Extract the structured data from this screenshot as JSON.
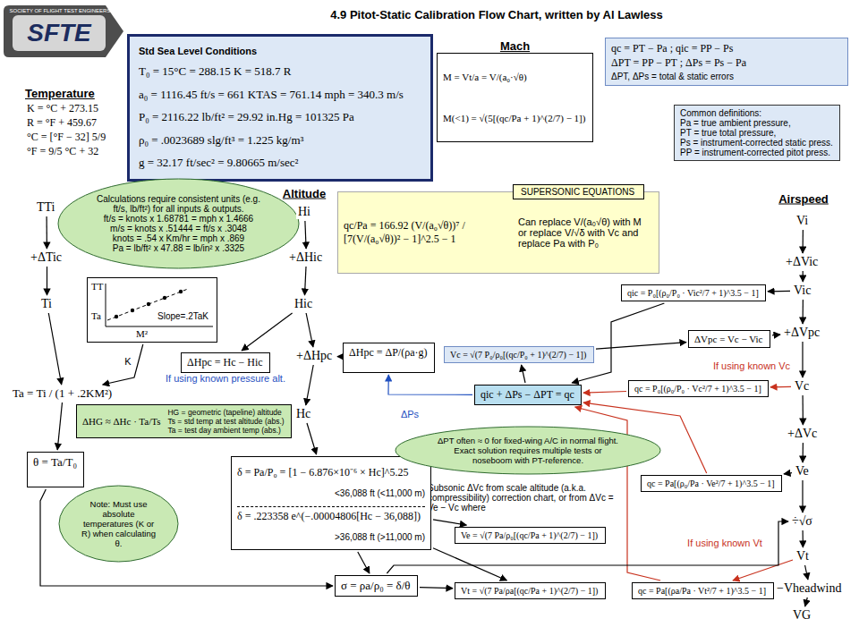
{
  "diagram": {
    "title": "4.9 Pitot-Static Calibration Flow Chart, written by Al Lawless",
    "nodes": [
      {
        "text": [
          "Std Sea Level Conditions",
          "T₀ = 15°C = 288.15 K = 518.7 R",
          "a₀ = 1116.45 ft/s = 661 KTAS = 761.14 mph = 340.3 m/s",
          "P₀ = 2116.22 lb/ft² = 29.92 in.Hg = 101325 Pa",
          "ρ₀ = .0023689 slg/ft³ = 1.225 kg/m³",
          "g = 32.17 ft/sec² = 9.80665 m/sec²"
        ]
      },
      {
        "text": [
          "Mach",
          "M = Vt/a = V/(a₀·√θ)",
          "M(<1) = √(5[(qc/Pa + 1)^(2/7) − 1])"
        ]
      },
      {
        "text": [
          "qc = PT − Pa ; qic = PP − Ps",
          "ΔPT = PP − PT ; ΔPs = Ps − Pa",
          "ΔPT, ΔPs = total & static errors"
        ]
      },
      {
        "text": [
          "Common definitions:",
          "Pa = true ambient pressure,",
          "PT = true total pressure,",
          "Ps = instrument-corrected static press.",
          "PP = instrument-corrected pitot press."
        ]
      },
      {
        "text": [
          "qc/Pa = 166.92 (V/(a₀√θ))⁷ / [7(V/(a₀√θ))² − 1]^2.5 − 1",
          "Can replace V/(a₀√θ) with M",
          "or replace V/√δ with Vc and",
          "replace Pa with P₀"
        ]
      },
      {
        "text": [
          "SUPERSONIC EQUATIONS"
        ]
      },
      {
        "text": [
          "Calculations require consistent units (e.g. ft/s, lb/ft²) for all inputs & outputs.",
          "ft/s = knots x 1.68781 = mph x 1.4666",
          "m/s = knots x .51444 = ft/s x .3048",
          "knots = .54 x Km/hr = mph x .869",
          "Pa = lb/ft² x 47.88 = lb/in² x .3325"
        ]
      },
      {
        "text": [
          "TTi"
        ]
      },
      {
        "text": [
          "+ΔTic"
        ]
      },
      {
        "text": [
          "Ti"
        ]
      },
      {
        "text": [
          "TT",
          "Ta",
          "Slope=.2TaK",
          "M²"
        ]
      },
      {
        "text": [
          "Ta = Ti / (1 + .2KM²)"
        ]
      },
      {
        "text": [
          "Hi"
        ]
      },
      {
        "text": [
          "+ΔHic"
        ]
      },
      {
        "text": [
          "Hic"
        ]
      },
      {
        "text": [
          "ΔHpc = Hc − Hic",
          "If using known pressure alt."
        ]
      },
      {
        "text": [
          "+ΔHpc"
        ]
      },
      {
        "text": [
          "ΔHpc = ΔP/(ρa·g)"
        ]
      },
      {
        "text": [
          "Hc"
        ]
      },
      {
        "text": [
          "ΔHG ≈ ΔHc · Ta/Ts",
          "HG = geometric (tapeline) altitude",
          "Ts = std temp at test altitude (abs.)",
          "Ta = test day ambient temp (abs.)"
        ]
      },
      {
        "text": [
          "θ = Ta/T₀"
        ]
      },
      {
        "text": [
          "Note: Must use absolute temperatures (K or R) when calculating θ."
        ]
      },
      {
        "text": [
          "δ = Pa/P₀ = [1 − 6.876×10⁻⁶ × Hc]^5.25",
          "<36,088 ft (<11,000 m)",
          "δ = .223358 e^(−.00004806[Hc − 36,088])",
          ">36,088 ft (>11,000 m)"
        ]
      },
      {
        "text": [
          "σ = ρa/ρ₀ = δ/θ"
        ]
      },
      {
        "text": [
          "Vi"
        ]
      },
      {
        "text": [
          "+ΔVic"
        ]
      },
      {
        "text": [
          "Vic"
        ]
      },
      {
        "text": [
          "qic = P₀[(ρ₀/P₀ · Vic²/7 + 1)^3.5 − 1]"
        ]
      },
      {
        "text": [
          "ΔVpc = Vc − Vic"
        ]
      },
      {
        "text": [
          "+ΔVpc"
        ]
      },
      {
        "text": [
          "Vc = √(7 P₀/ρ₀[(qc/P₀ + 1)^(2/7) − 1])"
        ]
      },
      {
        "text": [
          "qc = P₀[(ρ₀/P₀ · Vc²/7 + 1)^3.5 − 1]"
        ]
      },
      {
        "text": [
          "Vc"
        ]
      },
      {
        "text": [
          "qic + ΔPs − ΔPT = qc"
        ]
      },
      {
        "text": [
          "+ΔVc"
        ]
      },
      {
        "text": [
          "ΔPT often ≈ 0 for fixed-wing A/C in normal flight.",
          "Exact solution requires multiple tests or noseboom with PT-reference."
        ]
      },
      {
        "text": [
          "qc = Pa[(ρ₀/Pa · Ve²/7 + 1)^3.5 − 1]"
        ]
      },
      {
        "text": [
          "Ve"
        ]
      },
      {
        "text": [
          "Ve = √(7 Pa/ρ₀[(qc/Pa + 1)^(2/7) − 1])"
        ]
      },
      {
        "text": [
          "÷√σ"
        ]
      },
      {
        "text": [
          "Vt"
        ]
      },
      {
        "text": [
          "qc = Pa[(ρa/Pa · Vt²/7 + 1)^3.5 − 1]"
        ]
      },
      {
        "text": [
          "Vt = √(7 Pa/ρa[(qc/Pa + 1)^(2/7) − 1])"
        ]
      },
      {
        "text": [
          "−Vheadwind"
        ]
      },
      {
        "text": [
          "VG"
        ]
      }
    ],
    "edges": [
      {
        "from": 7,
        "to": 8,
        "arrow": "to"
      },
      {
        "from": 8,
        "to": 9,
        "arrow": "to"
      },
      {
        "from": 9,
        "to": 11,
        "arrow": "to"
      },
      {
        "from": 11,
        "to": 20,
        "arrow": "to"
      },
      {
        "from": 10,
        "to": 11,
        "label": "K",
        "arrow": "to"
      },
      {
        "from": 20,
        "to": 23,
        "arrow": "to"
      },
      {
        "from": 12,
        "to": 13,
        "arrow": "to"
      },
      {
        "from": 13,
        "to": 14,
        "arrow": "to"
      },
      {
        "from": 14,
        "to": 16,
        "arrow": "to"
      },
      {
        "from": 16,
        "to": 18,
        "arrow": "to"
      },
      {
        "from": 14,
        "to": 15,
        "arrow": "to"
      },
      {
        "from": 17,
        "to": 16,
        "arrow": "to"
      },
      {
        "from": 18,
        "to": 22,
        "arrow": "to"
      },
      {
        "from": 22,
        "to": 23,
        "arrow": "to"
      },
      {
        "from": 24,
        "to": 25,
        "arrow": "to"
      },
      {
        "from": 25,
        "to": 26,
        "arrow": "to"
      },
      {
        "from": 26,
        "to": 29,
        "arrow": "to"
      },
      {
        "from": 29,
        "to": 32,
        "arrow": "to"
      },
      {
        "from": 32,
        "to": 34,
        "arrow": "to"
      },
      {
        "from": 34,
        "to": 37,
        "arrow": "to"
      },
      {
        "from": 37,
        "to": 39,
        "arrow": "to"
      },
      {
        "from": 39,
        "to": 40,
        "arrow": "to"
      },
      {
        "from": 40,
        "to": 43,
        "arrow": "to"
      },
      {
        "from": 43,
        "to": 44,
        "arrow": "to"
      },
      {
        "from": 26,
        "to": 27,
        "arrow": "to"
      },
      {
        "from": 27,
        "to": 33,
        "arrow": "to"
      },
      {
        "from": 28,
        "to": 29,
        "arrow": "to"
      },
      {
        "from": 33,
        "to": 30,
        "arrow": "to"
      },
      {
        "from": 30,
        "to": 28,
        "arrow": "to"
      },
      {
        "from": 32,
        "to": 31,
        "label": "If using known Vc",
        "arrow": "to"
      },
      {
        "from": 31,
        "to": 33,
        "arrow": "to"
      },
      {
        "from": 33,
        "to": 17,
        "label": "ΔPs",
        "arrow": "to"
      },
      {
        "from": 37,
        "to": 36,
        "arrow": "to"
      },
      {
        "from": 36,
        "to": 33,
        "arrow": "to"
      },
      {
        "from": 40,
        "to": 41,
        "label": "If using known Vt",
        "arrow": "to"
      },
      {
        "from": 41,
        "to": 33,
        "arrow": "to"
      },
      {
        "from": 22,
        "to": 38,
        "arrow": "to"
      },
      {
        "from": 22,
        "to": 42,
        "arrow": "to"
      },
      {
        "from": 23,
        "to": 39,
        "arrow": "to"
      },
      {
        "from": 23,
        "to": 42,
        "arrow": "to"
      }
    ],
    "labels": [
      "SOCIETY OF FLIGHT TEST ENGINEERS",
      "SFTE",
      "Temperature",
      "K = °C + 273.15",
      "R = °F + 459.67",
      "°C = [°F − 32] 5/9",
      "°F = 9/5 °C + 32",
      "Altitude",
      "Airspeed",
      "Subsonic ΔVc from scale altitude (a.k.a. compressibility) correction chart, or from ΔVc = Ve − Vc where"
    ]
  }
}
